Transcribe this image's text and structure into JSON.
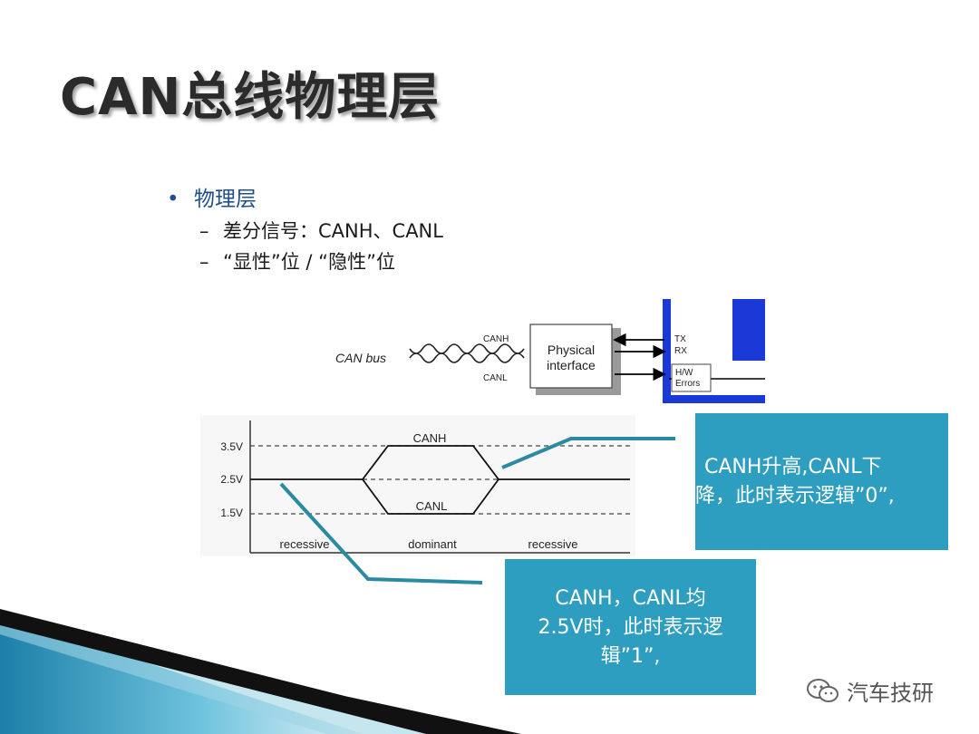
{
  "slide": {
    "title": "CAN总线物理层",
    "bullets": {
      "main": "物理层",
      "sub1": "差分信号：CANH、CANL",
      "sub2": "“显性”位 / “隐性”位"
    }
  },
  "diagram": {
    "bus_label": "CAN bus",
    "canh_top": "CANH",
    "canl_bottom": "CANL",
    "iface_line1": "Physical",
    "iface_line2": "interface",
    "tx": "TX",
    "rx": "RX",
    "hw": "H/W",
    "errors": "Errors"
  },
  "waveform": {
    "y_labels": [
      "3.5V",
      "2.5V",
      "1.5V"
    ],
    "canh_label": "CANH",
    "canl_label": "CANL",
    "phase_labels": [
      "recessive",
      "dominant",
      "recessive"
    ]
  },
  "callouts": {
    "dominant_line1": "CANH升高,CANL下",
    "dominant_line2": "降，此时表示逻辑”0”,",
    "recessive_line1": "CANH，CANL均",
    "recessive_line2": "2.5V时，此时表示逻",
    "recessive_line3": "辑”1”,"
  },
  "watermark": {
    "label": "汽车技研"
  },
  "colors": {
    "callout_bg": "#2e9ec0",
    "controller_blue": "#1a39d6",
    "accent_teal": "#2a8aa4"
  }
}
